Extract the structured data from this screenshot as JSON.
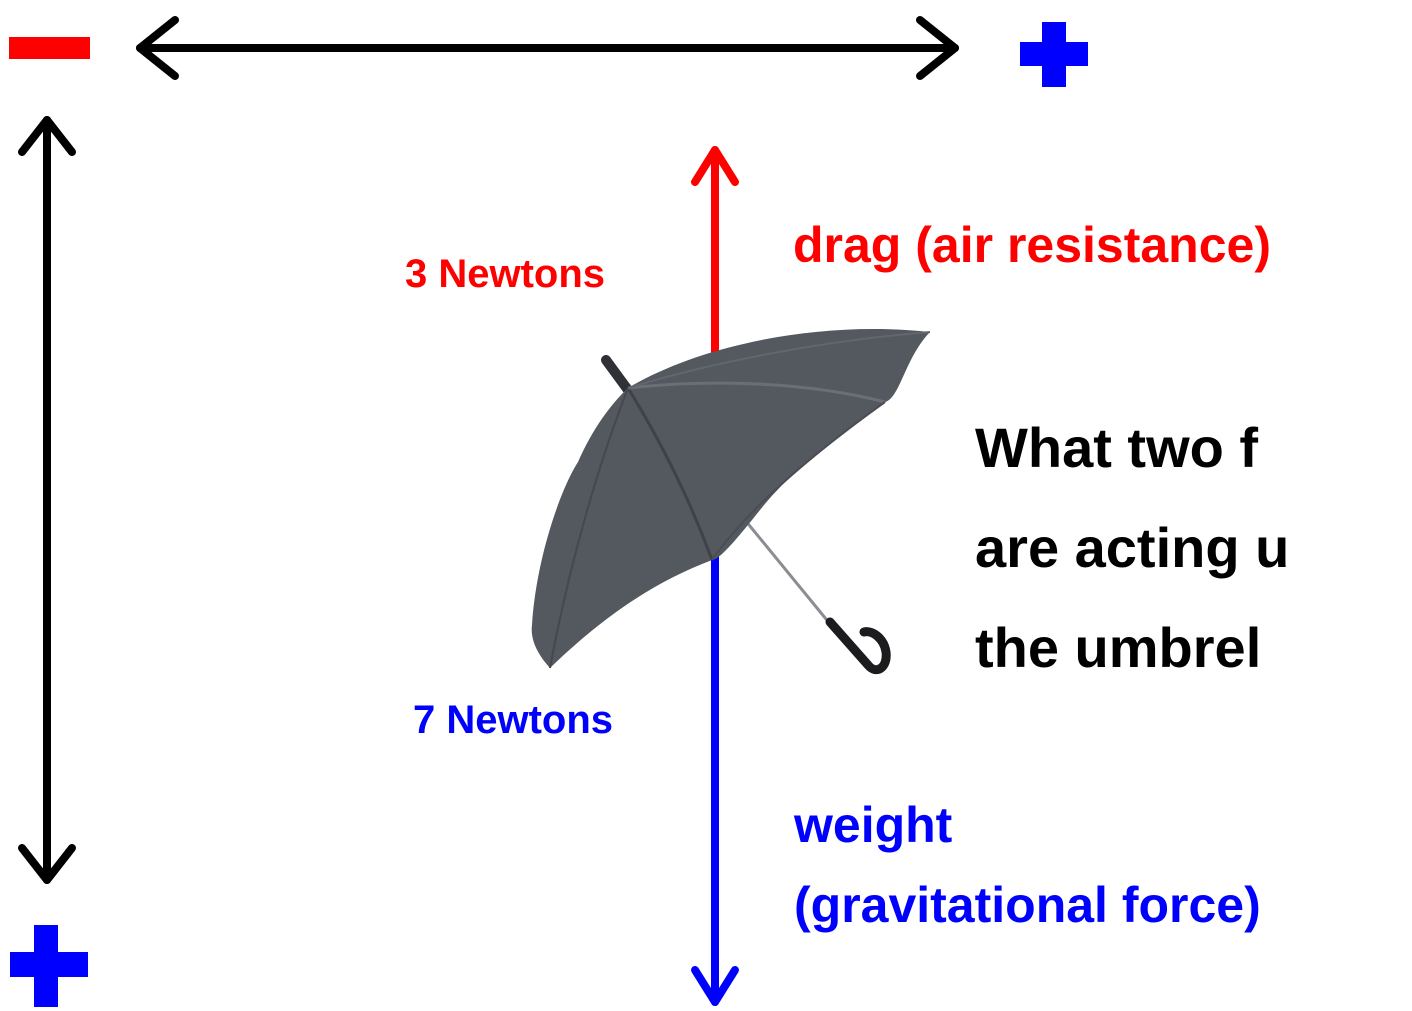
{
  "axes": {
    "horizontal": {
      "negative_sign": "−",
      "positive_sign": "+"
    },
    "vertical": {
      "negative_sign": "−",
      "positive_sign": "+"
    }
  },
  "forces": {
    "drag": {
      "label": "drag (air resistance)",
      "magnitude": "3 Newtons",
      "color": "#ff0000"
    },
    "weight": {
      "label_line1": "weight",
      "label_line2": "(gravitational force)",
      "magnitude": "7 Newtons",
      "color": "#0000ff"
    }
  },
  "question": {
    "line1": "What two f",
    "line2": "are acting u",
    "line3": "the umbrel"
  },
  "colors": {
    "negative": "#ff0000",
    "positive": "#0000ff",
    "axis_arrow": "#000000",
    "umbrella": "#54585f"
  },
  "icons": {
    "object": "umbrella-icon"
  }
}
